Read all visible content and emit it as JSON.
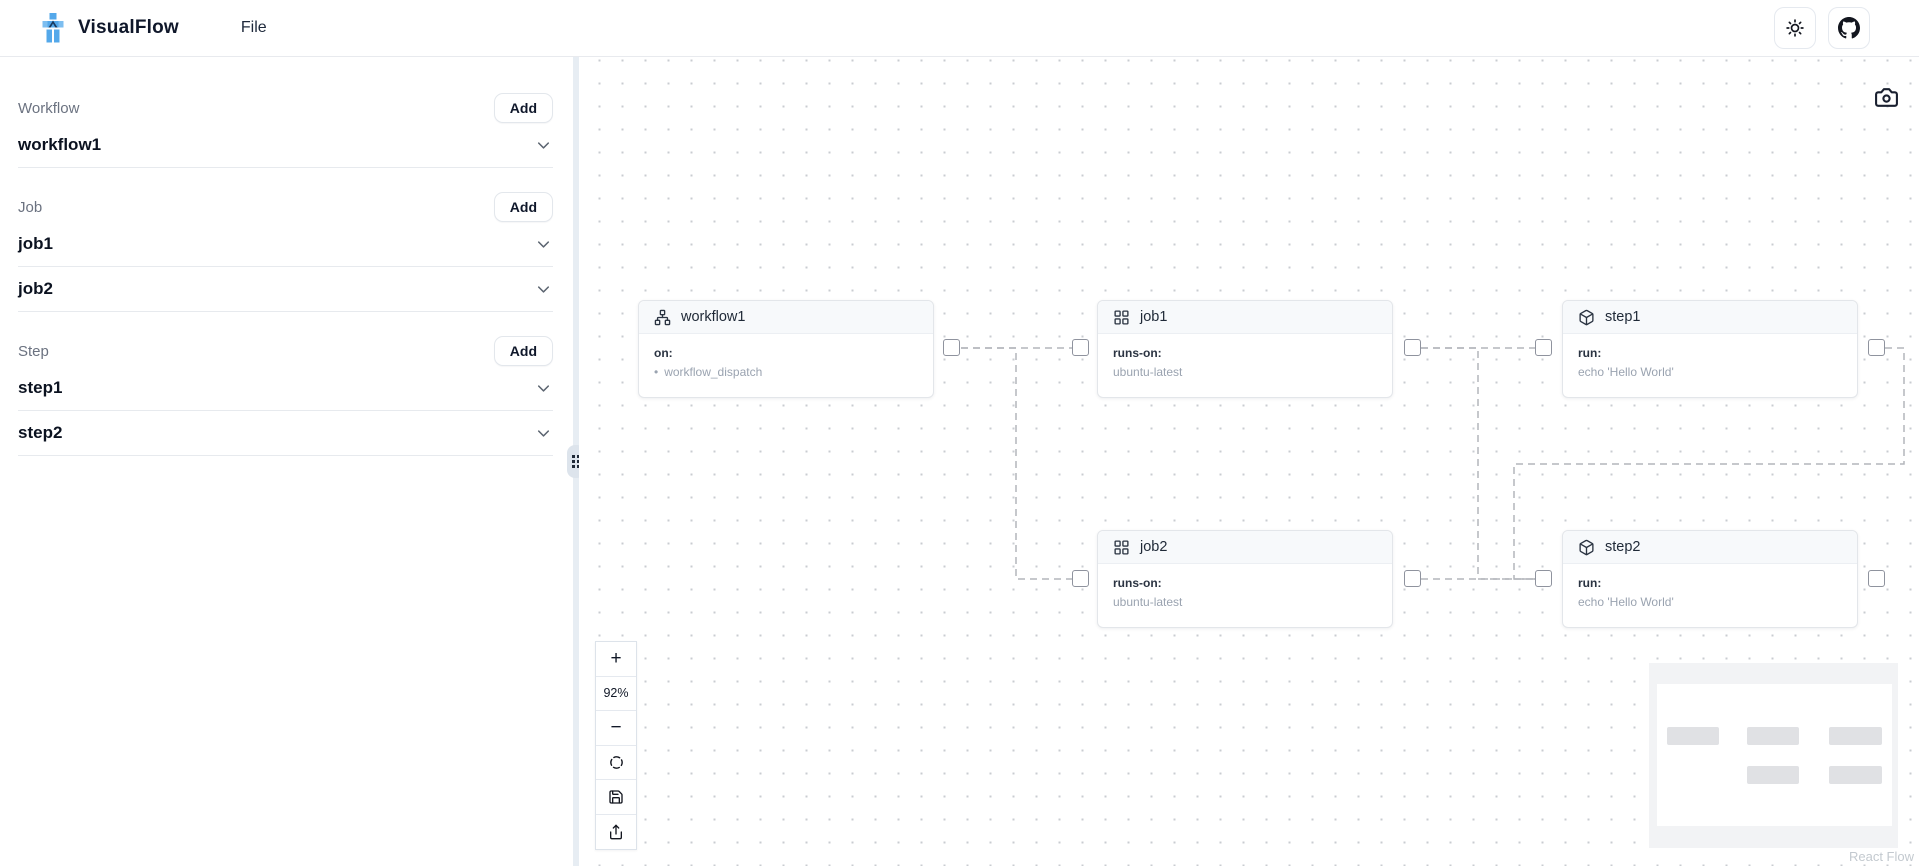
{
  "app": {
    "title": "VisualFlow",
    "logo_icon": "workflow-logo-icon",
    "menu_file": "File",
    "header_icons": {
      "theme": "sun-icon",
      "repo": "github-icon"
    }
  },
  "sidebar": {
    "sections": [
      {
        "label": "Workflow",
        "add_label": "Add",
        "items": [
          {
            "name": "workflow1"
          }
        ]
      },
      {
        "label": "Job",
        "add_label": "Add",
        "items": [
          {
            "name": "job1"
          },
          {
            "name": "job2"
          }
        ]
      },
      {
        "label": "Step",
        "add_label": "Add",
        "items": [
          {
            "name": "step1"
          },
          {
            "name": "step2"
          }
        ]
      }
    ]
  },
  "canvas": {
    "camera_icon": "camera-icon",
    "nodes": [
      {
        "title": "workflow1",
        "icon": "network-icon",
        "field_label": "on:",
        "bullet": "•",
        "field_value": "workflow_dispatch"
      },
      {
        "title": "job1",
        "icon": "grid-icon",
        "field_label": "runs-on:",
        "field_value": "ubuntu-latest"
      },
      {
        "title": "job2",
        "icon": "grid-icon",
        "field_label": "runs-on:",
        "field_value": "ubuntu-latest"
      },
      {
        "title": "step1",
        "icon": "box-icon",
        "field_label": "run:",
        "field_value": "echo 'Hello World'"
      },
      {
        "title": "step2",
        "icon": "box-icon",
        "field_label": "run:",
        "field_value": "echo 'Hello World'"
      }
    ],
    "controls": {
      "zoom_in": "+",
      "zoom_level": "92%",
      "zoom_out": "−",
      "icons": [
        "fit-view-icon",
        "save-icon",
        "upload-icon"
      ]
    },
    "attribution": "React Flow"
  },
  "colors": {
    "logo_blue": "#4aa0e8",
    "logo_blue_dark": "#1e6fc2",
    "edge": "#b4b6bc",
    "node_header_bg": "#f7f9fb"
  }
}
